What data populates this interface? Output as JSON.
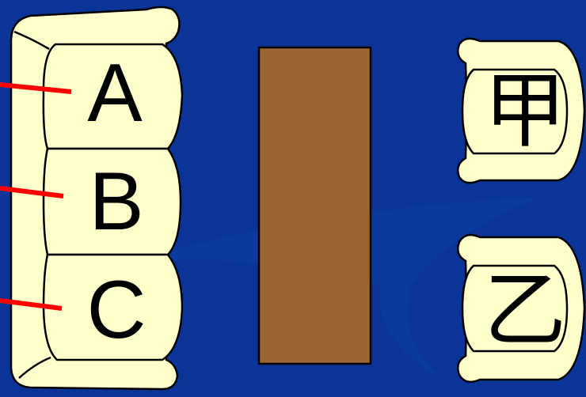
{
  "sofa": {
    "seats": [
      {
        "label": "A"
      },
      {
        "label": "B"
      },
      {
        "label": "C"
      }
    ]
  },
  "chairs": [
    {
      "label": "甲"
    },
    {
      "label": "乙"
    }
  ],
  "colors": {
    "background": "#0a3497",
    "cushion": "#ffffcc",
    "table": "#996633",
    "pointer_line": "#ff0000",
    "outline": "#000000"
  }
}
